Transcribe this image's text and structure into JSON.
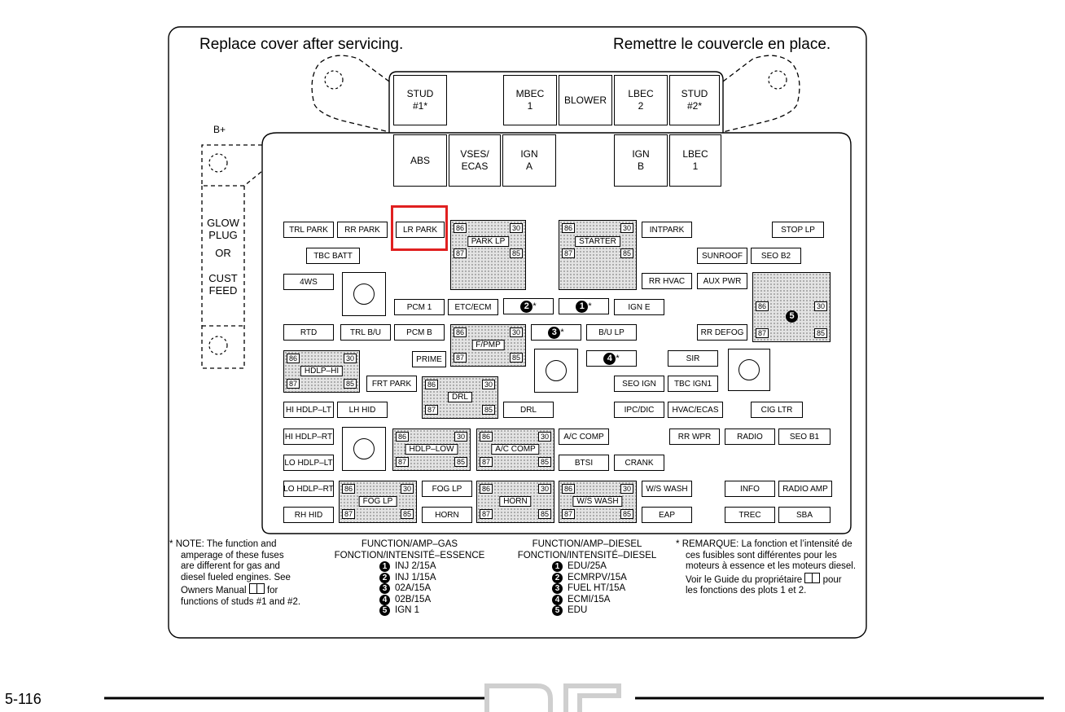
{
  "header": {
    "left": "Replace cover after servicing.",
    "right": "Remettre le couvercle en place."
  },
  "bplus": "B+",
  "side_label": {
    "line1": "GLOW",
    "line2": "PLUG",
    "line3": "OR",
    "line4": "CUST",
    "line5": "FEED"
  },
  "top_fuses": {
    "stud1": "STUD\n#1*",
    "mbec1": "MBEC\n1",
    "blower": "BLOWER",
    "lbec2": "LBEC\n2",
    "stud2": "STUD\n#2*"
  },
  "row2_fuses": {
    "abs": "ABS",
    "vses": "VSES/\nECAS",
    "igna": "IGN\nA",
    "ignb": "IGN\nB",
    "lbec1": "LBEC\n1"
  },
  "fuses": {
    "trl_park": "TRL PARK",
    "rr_park": "RR PARK",
    "lr_park": "LR PARK",
    "intpark": "INTPARK",
    "stop_lp": "STOP LP",
    "tbc_batt": "TBC BATT",
    "sunroof": "SUNROOF",
    "seo_b2": "SEO B2",
    "fourws": "4WS",
    "rr_hvac": "RR HVAC",
    "aux_pwr": "AUX PWR",
    "pcm1": "PCM 1",
    "etc_ecm": "ETC/ECM",
    "ign_e": "IGN E",
    "rtd": "RTD",
    "trl_bu": "TRL B/U",
    "pcm_b": "PCM B",
    "bu_lp": "B/U LP",
    "rr_defog": "RR DEFOG",
    "prime": "PRIME",
    "sir": "SIR",
    "frt_park": "FRT PARK",
    "seo_ign": "SEO IGN",
    "tbc_ign1": "TBC IGN1",
    "hi_hdlp_lt": "HI HDLP–LT",
    "lh_hid": "LH HID",
    "drl": "DRL",
    "ipc_dic": "IPC/DIC",
    "hvac_ecas": "HVAC/ECAS",
    "cig_ltr": "CIG LTR",
    "hi_hdlp_rt": "HI HDLP–RT",
    "ac_comp": "A/C COMP",
    "rr_wpr": "RR WPR",
    "radio": "RADIO",
    "seo_b1": "SEO B1",
    "lo_hdlp_lt": "LO HDLP–LT",
    "btsi": "BTSI",
    "crank": "CRANK",
    "lo_hdlp_rt": "LO HDLP–RT",
    "fog_lp": "FOG LP",
    "ws_wash": "W/S WASH",
    "info": "INFO",
    "radio_amp": "RADIO AMP",
    "rh_hid": "RH HID",
    "horn": "HORN",
    "eap": "EAP",
    "trec": "TREC",
    "sba": "SBA"
  },
  "relays": {
    "park_lp": "PARK LP",
    "starter": "STARTER",
    "fpmp": "F/PMP",
    "hdlp_hi": "HDLP–HI",
    "drl": "DRL",
    "hdlp_low": "HDLP–LOW",
    "ac_comp": "A/C COMP",
    "fog_lp": "FOG LP",
    "horn": "HORN",
    "ws_wash": "W/S WASH"
  },
  "pins": {
    "p86": "86",
    "p30": "30",
    "p87": "87",
    "p85": "85"
  },
  "markers": {
    "m1": "1",
    "m2": "2",
    "m3": "3",
    "m4": "4",
    "m5": "5",
    "star": "*"
  },
  "note_en": {
    "star": "*",
    "l1": "NOTE:  The function and",
    "l2": "amperage of these fuses",
    "l3": "are different for gas and",
    "l4": "diesel fueled engines.  See",
    "l5a": "Owners Manual",
    "l5b": "for",
    "l6": "functions of studs #1 and #2."
  },
  "gas": {
    "title1": "FUNCTION/AMP–GAS",
    "title2": "FONCTION/INTENSITÉ–ESSENCE",
    "items": [
      "INJ 2/15A",
      "INJ 1/15A",
      "02A/15A",
      "02B/15A",
      "IGN 1"
    ]
  },
  "diesel": {
    "title1": "FUNCTION/AMP–DIESEL",
    "title2": "FONCTION/INTENSITÉ–DIESEL",
    "items": [
      "EDU/25A",
      "ECMRPV/15A",
      "FUEL HT/15A",
      "ECMI/15A",
      "EDU"
    ]
  },
  "note_fr": {
    "star": "*",
    "l1": "REMARQUE:  La fonction et l’intensité de",
    "l2": "ces fusibles sont différentes pour les",
    "l3": "moteurs à essence et les moteurs diesel.",
    "l4a": "Voir le Guide du propriétaire",
    "l4b": "pour",
    "l5": "les fonctions des plots 1 et 2."
  },
  "page_number": "5-116",
  "highlight_color": "#e02020"
}
